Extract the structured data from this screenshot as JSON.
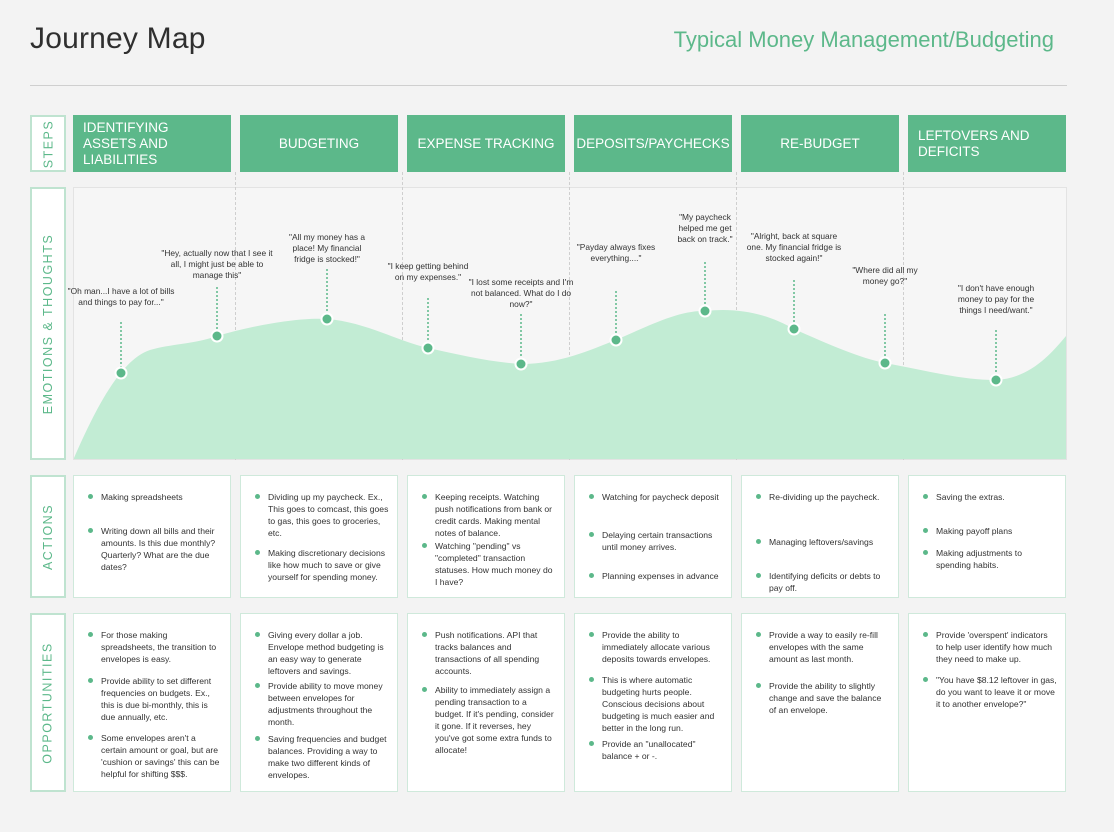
{
  "header": {
    "title": "Journey Map",
    "subtitle": "Typical Money Management/Budgeting"
  },
  "row_labels": {
    "steps": "STEPS",
    "emotions": "EMOTIONS & THOUGHTS",
    "actions": "ACTIONS",
    "opportunities": "OPPORTUNITIES"
  },
  "steps": [
    "IDENTIFYING ASSETS AND LIABILITIES",
    "BUDGETING",
    "EXPENSE TRACKING",
    "DEPOSITS/PAYCHECKS",
    "RE-BUDGET",
    "LEFTOVERS AND DEFICITS"
  ],
  "quotes": [
    "\"Oh man...I have a lot of bills and things to pay for...\"",
    "\"Hey, actually now that I see it all, I might just be able to manage this\"",
    "\"All my money has a place! My financial fridge is stocked!\"",
    "\"I keep getting behind on my expenses.\"",
    "\"I lost some receipts and I'm not balanced. What do I do now?\"",
    "\"Payday always fixes everything....\"",
    "\"My paycheck helped me get back on track.\"",
    "\"Alright, back at square one. My financial fridge is stocked again!\"",
    "\"Where did all my money go?\"",
    "\"I don't have enough money to pay for the things I need/want.\""
  ],
  "colors": {
    "accent": "#5cb88a",
    "fill": "#c2ecd4"
  },
  "actions": [
    [
      "Making spreadsheets",
      "Writing down all bills and their amounts. Is this due monthly? Quarterly? What are the due dates?"
    ],
    [
      "Dividing up my paycheck. Ex., This goes to comcast, this goes to gas, this goes to groceries, etc.",
      "Making discretionary decisions like how much to save or give yourself for spending money."
    ],
    [
      "Keeping receipts. Watching push notifications from bank or credit cards. Making mental notes of balance.",
      "Watching \"pending\" vs \"completed\" transaction statuses. How much money do I have?"
    ],
    [
      "Watching for paycheck deposit",
      "Delaying certain transactions until money arrives.",
      "Planning expenses in advance"
    ],
    [
      "Re-dividing up the paycheck.",
      "Managing leftovers/savings",
      "Identifying deficits or debts to pay off."
    ],
    [
      "Saving the extras.",
      "Making payoff plans",
      "Making adjustments to spending habits."
    ]
  ],
  "opportunities": [
    [
      "For those making spreadsheets, the transition to envelopes is easy.",
      "Provide ability to set different frequencies on budgets. Ex., this is due bi-monthly, this is due annually, etc.",
      "Some envelopes aren't a certain amount or goal, but are 'cushion or savings' this can be helpful for shifting $$$."
    ],
    [
      "Giving every dollar a job. Envelope method budgeting is an easy way  to generate leftovers and savings.",
      "Provide ability to move money between envelopes for adjustments throughout the month.",
      "Saving frequencies and budget balances. Providing a way to make two different kinds of envelopes."
    ],
    [
      "Push notifications. API that tracks balances and transactions of all spending accounts.",
      "Ability to immediately assign a pending transaction to a budget. If it's pending, consider it gone. If it reverses, hey you've got some extra funds to allocate!"
    ],
    [
      "Provide the ability to immediately allocate various deposits towards envelopes.",
      "This is where automatic budgeting hurts people. Conscious decisions about budgeting is much easier and better in the long run.",
      "Provide an \"unallocated\" balance + or -."
    ],
    [
      "Provide a way to easily re-fill envelopes with the same amount as last month.",
      "Provide the ability to slightly change and save the balance of an envelope."
    ],
    [
      "Provide 'overspent' indicators to help user identify how much they need to make up.",
      "\"You have $8.12 leftover in gas, do you want to leave it or move it to another envelope?\""
    ]
  ]
}
